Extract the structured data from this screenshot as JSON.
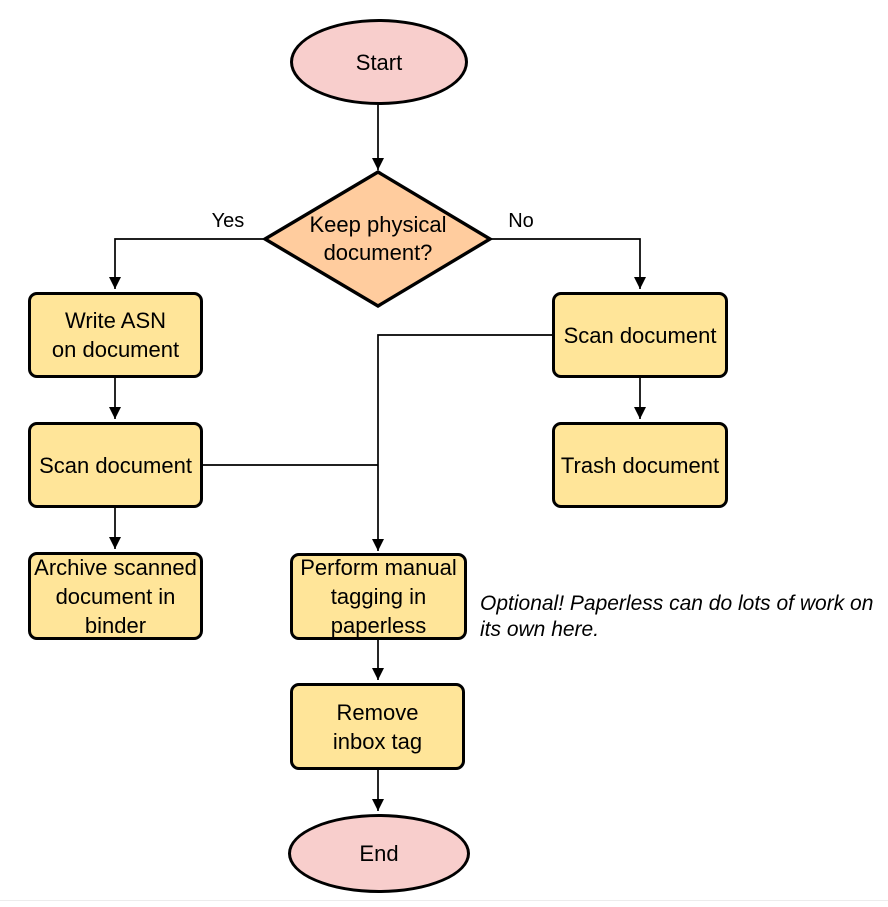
{
  "diagram": {
    "nodes": {
      "start": {
        "label": "Start",
        "type": "terminator"
      },
      "decision": {
        "label": "Keep physical\ndocument?",
        "type": "decision"
      },
      "write_asn": {
        "label": "Write ASN\non document",
        "type": "process"
      },
      "scan_left": {
        "label": "Scan document",
        "type": "process"
      },
      "archive": {
        "label": "Archive scanned\ndocument in\nbinder",
        "type": "process"
      },
      "scan_right": {
        "label": "Scan document",
        "type": "process"
      },
      "trash": {
        "label": "Trash document",
        "type": "process"
      },
      "perform_tagging": {
        "label": "Perform manual\ntagging in\npaperless",
        "type": "process"
      },
      "remove_inbox": {
        "label": "Remove\ninbox tag",
        "type": "process"
      },
      "end": {
        "label": "End",
        "type": "terminator"
      }
    },
    "edge_labels": {
      "yes": "Yes",
      "no": "No"
    },
    "note": "Optional! Paperless can do lots of work on\nits own here.",
    "colors": {
      "terminator_fill": "#F8CECC",
      "process_fill": "#FFE599",
      "decision_fill": "#FFCC9E",
      "stroke": "#000000"
    }
  }
}
